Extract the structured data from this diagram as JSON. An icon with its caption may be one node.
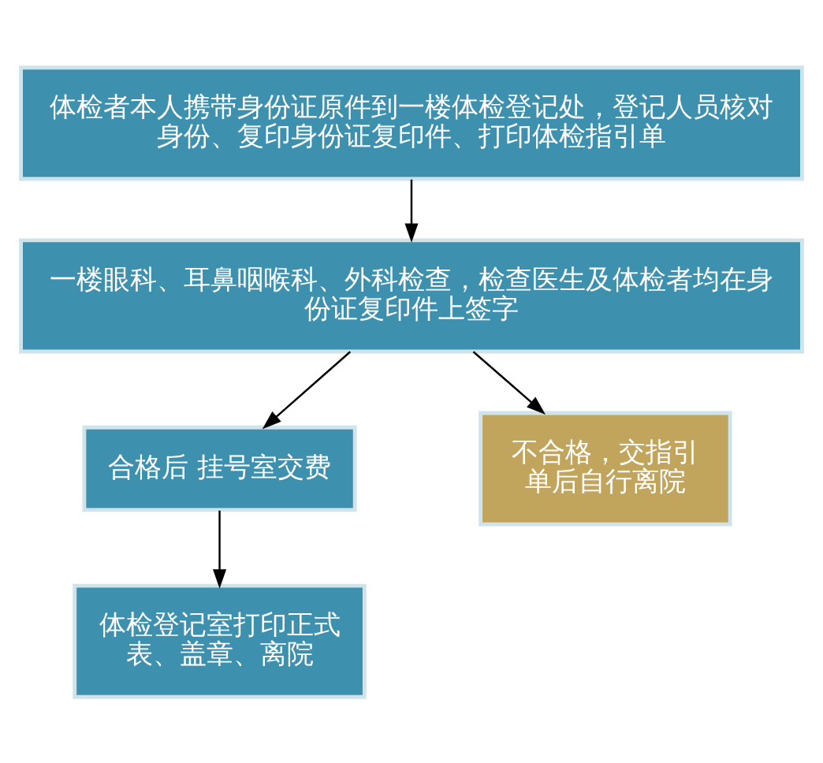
{
  "diagram": {
    "nodes": [
      {
        "text": [
          "体检者本人携带身份证原件到一楼体检登记处，登记人员核对身份、复印身份证复印件、打印体检指引单"
        ]
      },
      {
        "text": [
          "一楼眼科、耳鼻咽喉科、外科检查，检查医生及体检者均在身份证复印件上签字"
        ]
      },
      {
        "text": [
          "合格后 挂号室交费"
        ]
      },
      {
        "text": [
          "不合格，交指引单后自行离院"
        ]
      },
      {
        "text": [
          "体检登记室打印正式表、盖章、离院"
        ]
      }
    ],
    "edges": [
      {
        "from": 0,
        "to": 1,
        "arrow": "to"
      },
      {
        "from": 1,
        "to": 2,
        "arrow": "to"
      },
      {
        "from": 1,
        "to": 3,
        "arrow": "to"
      },
      {
        "from": 2,
        "to": 4,
        "arrow": "to"
      }
    ]
  }
}
